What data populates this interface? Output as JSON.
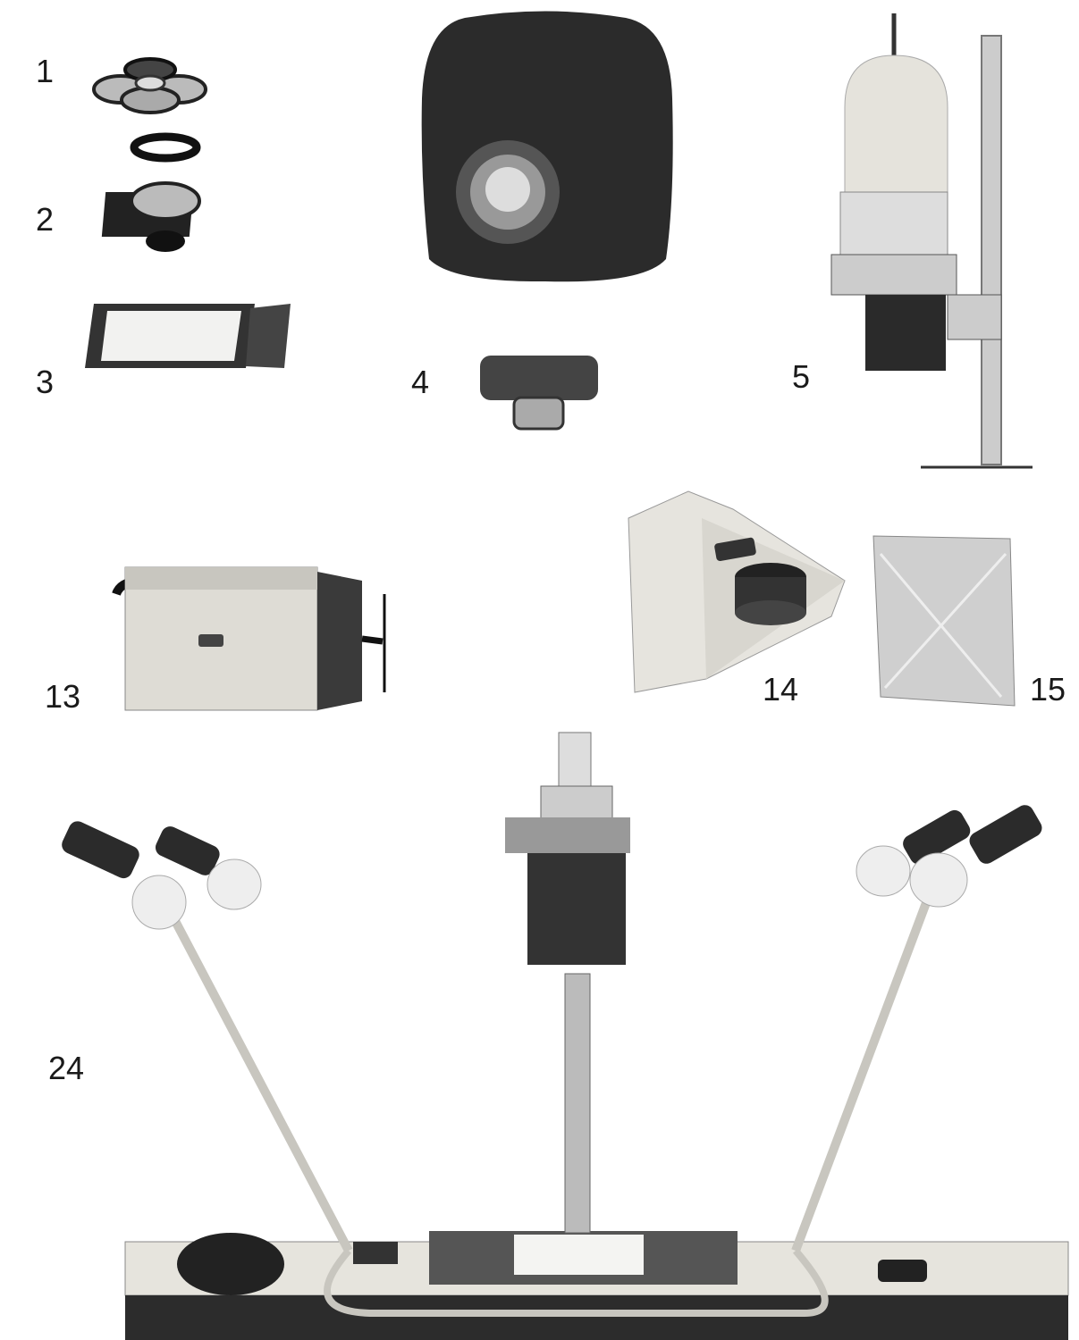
{
  "items": [
    {
      "number": "1",
      "subject": "filter-set"
    },
    {
      "number": "2",
      "subject": "lens-and-board"
    },
    {
      "number": "3",
      "subject": "negative-carrier"
    },
    {
      "number": "4",
      "subject": "lamp-hood"
    },
    {
      "number": "5",
      "subject": "enlarger"
    },
    {
      "number": "13",
      "subject": "control-box"
    },
    {
      "number": "14",
      "subject": "lamp-housing"
    },
    {
      "number": "15",
      "subject": "reflector-sheet"
    },
    {
      "number": "24",
      "subject": "darkroom-workstation"
    }
  ],
  "colors": {
    "ink": "#1a1a1a",
    "metal": "#c9c9c4",
    "dark": "#2a2a2a",
    "cream": "#e9e7df"
  }
}
